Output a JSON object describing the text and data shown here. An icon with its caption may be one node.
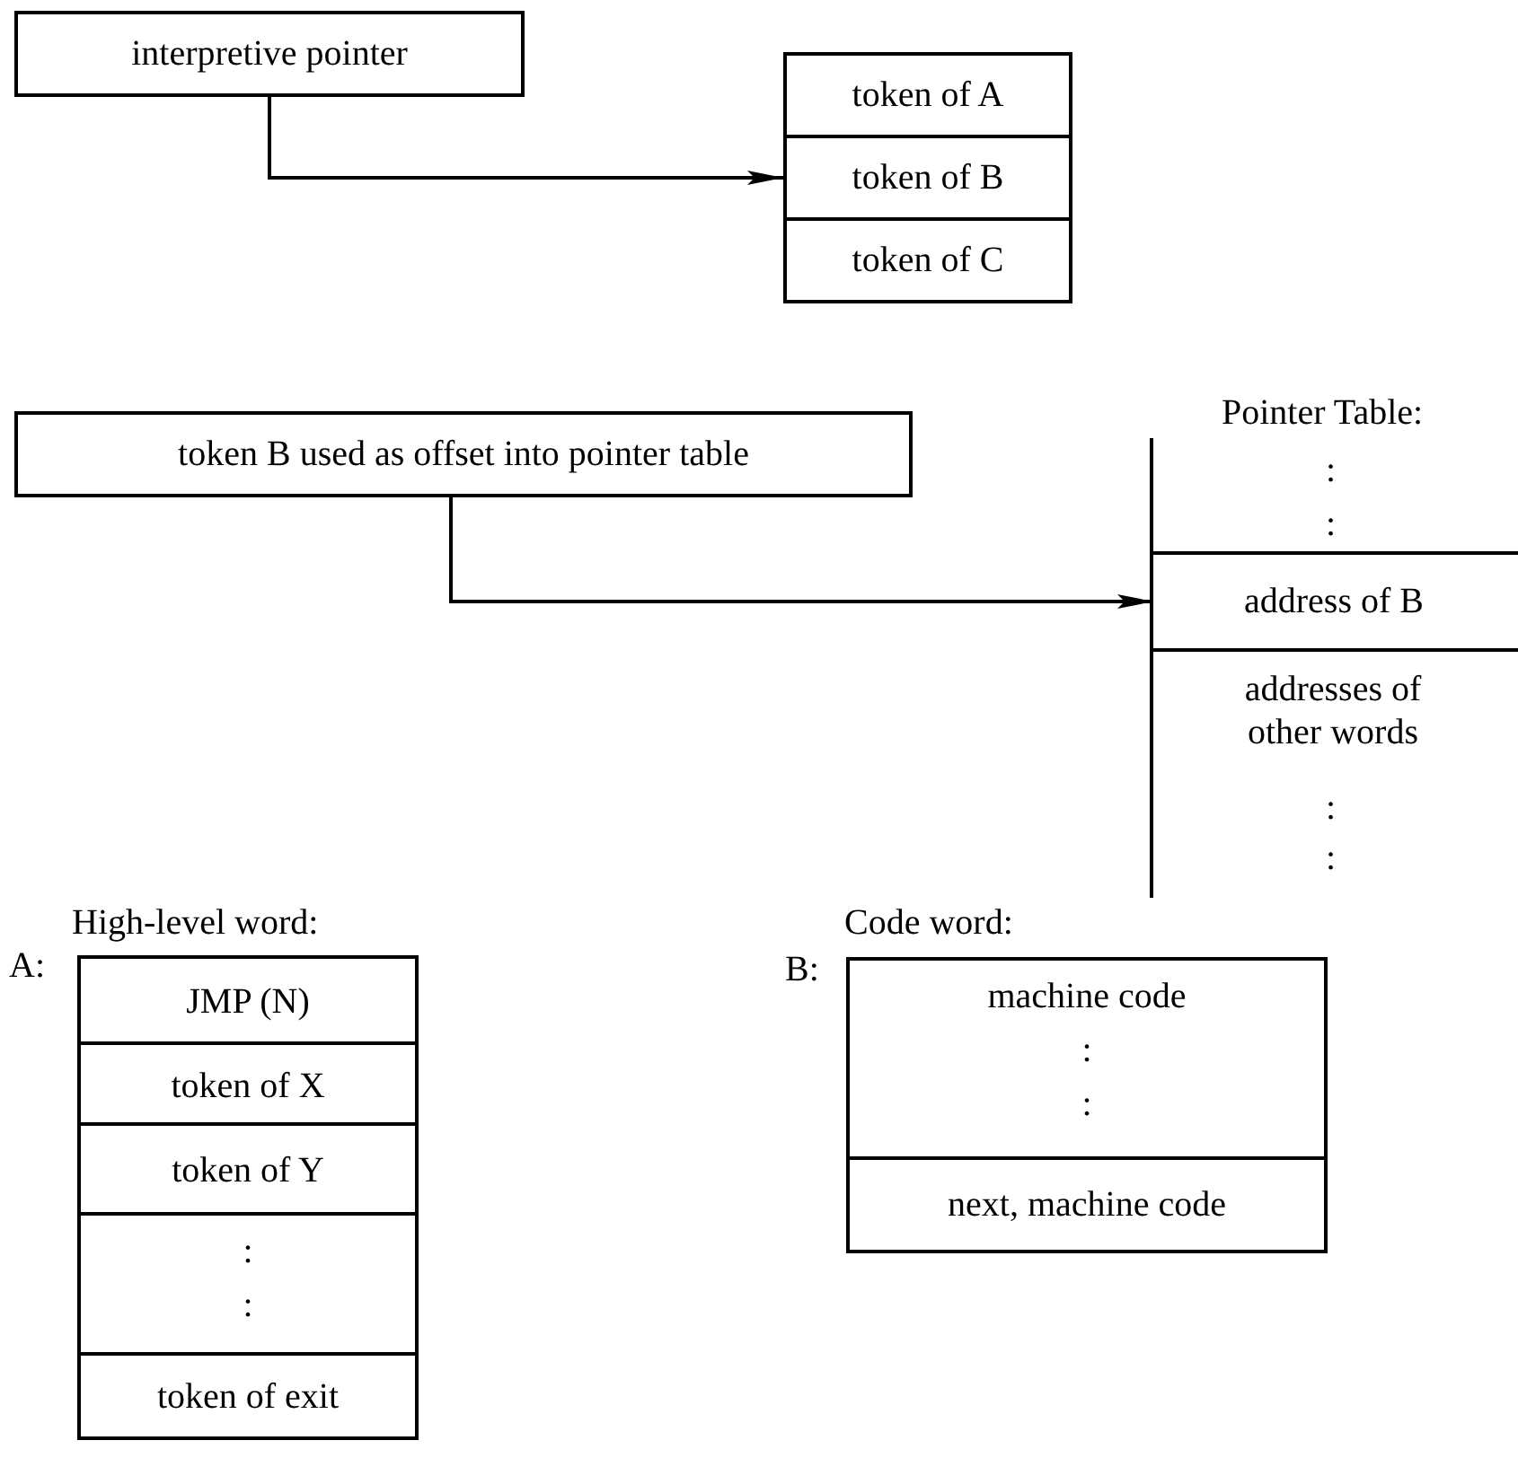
{
  "diagram": {
    "nodes": [
      {
        "text": [
          "interpretive pointer"
        ]
      },
      {
        "text": [
          "token of A"
        ]
      },
      {
        "text": [
          "token of B"
        ]
      },
      {
        "text": [
          "token of C"
        ]
      },
      {
        "text": [
          "token B used as offset into pointer table"
        ]
      },
      {
        "text": [
          "Pointer Table:"
        ]
      },
      {
        "text": [
          "address of B"
        ],
        "in": 5
      },
      {
        "text": [
          "addresses of other words"
        ],
        "in": 5
      },
      {
        "text": [
          "High-level word:"
        ],
        "beside": [
          "A:"
        ]
      },
      {
        "text": [
          "JMP (N)"
        ],
        "in": 8
      },
      {
        "text": [
          "token of X"
        ],
        "in": 8
      },
      {
        "text": [
          "token of Y"
        ],
        "in": 8
      },
      {
        "text": [
          ":",
          ":"
        ],
        "in": 8
      },
      {
        "text": [
          "token of exit"
        ],
        "in": 8
      },
      {
        "text": [
          "Code word:"
        ],
        "beside": [
          "B:"
        ]
      },
      {
        "text": [
          "machine code",
          ":",
          ":"
        ],
        "in": 14
      },
      {
        "text": [
          "next, machine code"
        ],
        "in": 14
      }
    ],
    "edges": [
      {
        "from": 0,
        "to": 2,
        "arrow": "to"
      },
      {
        "from": 4,
        "to": 6,
        "arrow": "to"
      }
    ],
    "labels": [
      ":",
      ":",
      ":",
      ":"
    ]
  }
}
